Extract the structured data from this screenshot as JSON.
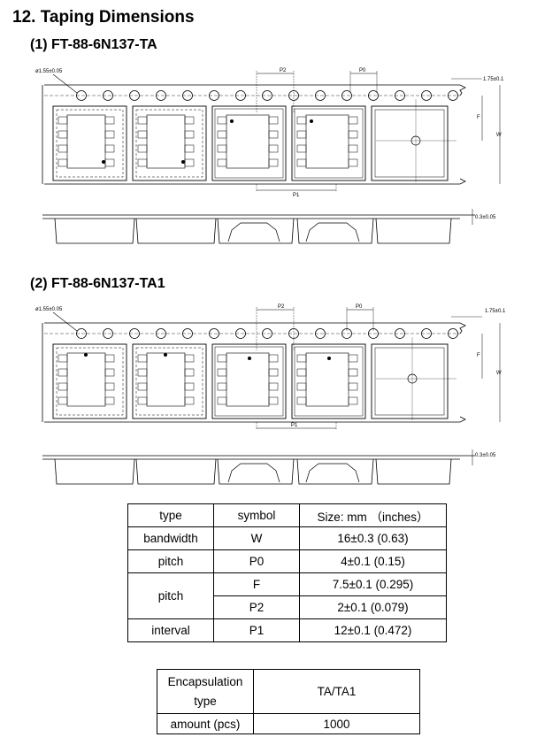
{
  "heading": "12.  Taping Dimensions",
  "sections": [
    {
      "title": "(1)  FT-88-6N137-TA",
      "labels": {
        "hole_dia": "ø1.55±0.05",
        "p2": "P2",
        "p0": "P0",
        "offset": "1.75±0.1",
        "f": "F",
        "w": "W",
        "p1": "P1",
        "thickness": "0.3±0.05"
      }
    },
    {
      "title": "(2)  FT-88-6N137-TA1",
      "labels": {
        "hole_dia": "ø1.55±0.05",
        "p2": "P2",
        "p0": "P0",
        "offset": "1.75±0.1",
        "f": "F",
        "w": "W",
        "p1": "P1",
        "thickness": "0.3±0.05"
      }
    }
  ],
  "spec_table": {
    "headers": [
      "type",
      "symbol",
      "Size: mm （inches）"
    ],
    "rows": [
      {
        "type": "bandwidth",
        "symbol": "W",
        "size": "16±0.3  (0.63)"
      },
      {
        "type": "pitch",
        "symbol": "P0",
        "size": "4±0.1  (0.15)"
      },
      {
        "type": "pitch",
        "symbol": "F",
        "size": "7.5±0.1  (0.295)"
      },
      {
        "type": "",
        "symbol": "P2",
        "size": "2±0.1  (0.079)"
      },
      {
        "type": "interval",
        "symbol": "P1",
        "size": "12±0.1  (0.472)"
      }
    ]
  },
  "pkg_table": {
    "encapsulation_label": "Encapsulation type",
    "encapsulation_value": "TA/TA1",
    "amount_label": "amount  (pcs)",
    "amount_value": "1000"
  }
}
